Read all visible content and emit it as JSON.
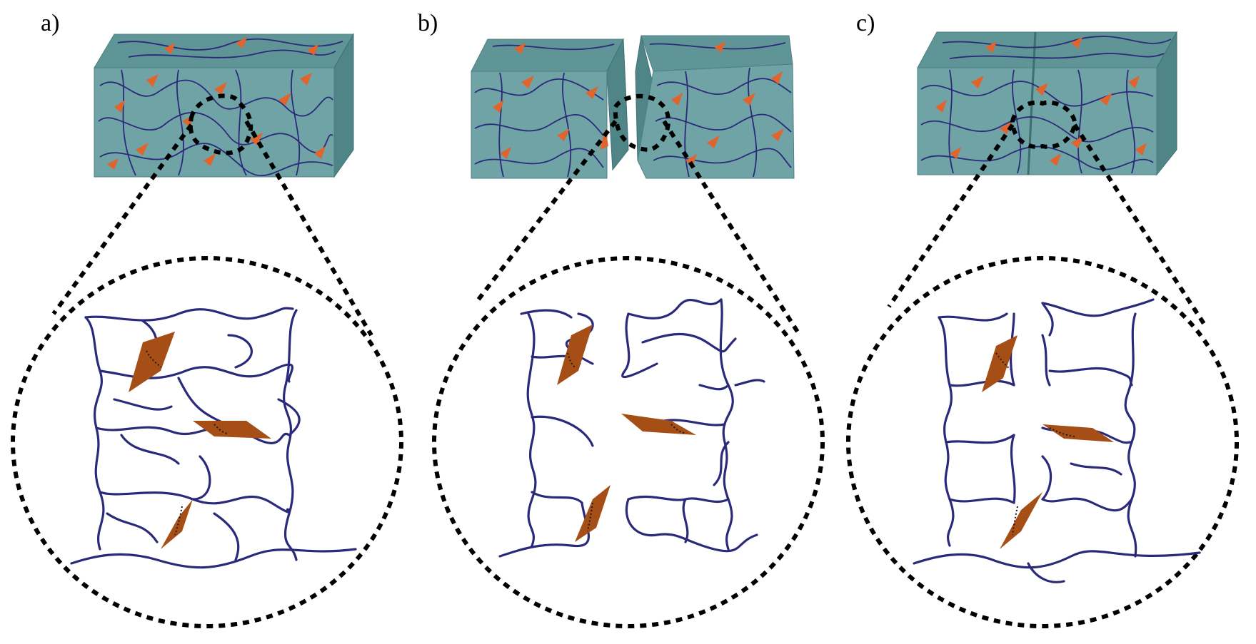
{
  "figure": {
    "panels": [
      {
        "id": "a",
        "label": "a)",
        "state": "intact"
      },
      {
        "id": "b",
        "label": "b)",
        "state": "fractured"
      },
      {
        "id": "c",
        "label": "c)",
        "state": "healed"
      }
    ]
  },
  "colors": {
    "block_front": "#6fa3a6",
    "block_top": "#5f9597",
    "block_side": "#4f8587",
    "chain": "#2b2a7a",
    "platelet_small": "#e0642c",
    "platelet_large": "#a54e16",
    "dashed": "#000000"
  },
  "icons": {
    "block": "composite-block-icon",
    "magnifier": "zoom-circle-icon",
    "platelet": "nanoplatelet-icon",
    "chain": "polymer-chain-icon"
  }
}
